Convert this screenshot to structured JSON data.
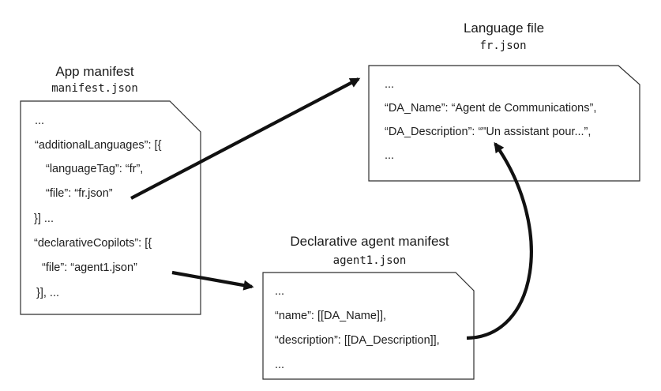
{
  "diagram": {
    "app_manifest": {
      "title": "App manifest",
      "filename": "manifest.json",
      "lines": [
        "...",
        "“additionalLanguages”: [{",
        "“languageTag”: “fr”,",
        "“file”: “fr.json”",
        "}] ...",
        "“declarativeCopilots”: [{",
        "“file”: “agent1.json”",
        "}], ..."
      ]
    },
    "language_file": {
      "title": "Language file",
      "filename": "fr.json",
      "lines": [
        "...",
        "“DA_Name”: “Agent de Communications”,",
        "“DA_Description”: “\"Un assistant pour...”,",
        "..."
      ]
    },
    "agent_manifest": {
      "title": "Declarative agent manifest",
      "filename": "agent1.json",
      "lines": [
        "...",
        "“name”: [[DA_Name]],",
        "“description”: [[DA_Description]],",
        "..."
      ]
    },
    "colors": {
      "background": "#ffffff",
      "box_stroke": "#2e2e2e",
      "arrow": "#111111",
      "text": "#1f1f1f"
    }
  }
}
